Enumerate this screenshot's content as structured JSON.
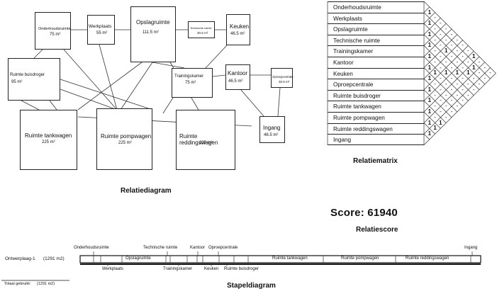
{
  "relation_diagram": {
    "caption": "Relatiediagram",
    "rooms": {
      "onderhoudsruimte": {
        "name": "Onderhoudsruimte",
        "area": "75 m²"
      },
      "werkplaats": {
        "name": "Werkplaats",
        "area": "55 m²"
      },
      "opslagruimte": {
        "name": "Opslagruimte",
        "area": "111.5 m²"
      },
      "technische_ruimte": {
        "name": "Technische ruimte",
        "area": "30.5 m²"
      },
      "keuken": {
        "name": "Keuken",
        "area": "46.5 m²"
      },
      "ruimte_buisdroger": {
        "name": "Ruimte buisdroger",
        "area": "95 m²"
      },
      "trainingskamer": {
        "name": "Trainingskamer",
        "area": "75 m²"
      },
      "kantoor": {
        "name": "Kantoor",
        "area": "46.5 m²"
      },
      "oproepcentrale": {
        "name": "Oproepcentrale",
        "area": "30.5 m²"
      },
      "ingang": {
        "name": "Ingang",
        "area": "46.5 m²"
      },
      "ruimte_tankwagen": {
        "name": "Ruimte tankwagen",
        "area": "225 m²"
      },
      "ruimte_pompwagen": {
        "name": "Ruimte pompwagen",
        "area": "225 m²"
      },
      "ruimte_reddingswagen": {
        "name": "Ruimte reddingswagen",
        "area": "225 m²"
      }
    }
  },
  "relation_matrix": {
    "caption": "Relatiematrix",
    "rows": [
      "Onderhoudsruimte",
      "Werkplaats",
      "Opslagruimte",
      "Technische ruimte",
      "Trainingskamer",
      "Kantoor",
      "Keuken",
      "Oproepcentrale",
      "Ruimte buisdroger",
      "Ruimte tankwagen",
      "Ruimte pompwagen",
      "Ruimte reddingswagen",
      "Ingang"
    ]
  },
  "score": {
    "text": "Score: 61940",
    "caption": "Relatiescore"
  },
  "stack_diagram": {
    "caption": "Stapeldiagram",
    "row_label": "Ontwerplaag-1",
    "row_area": "(1291 m2)",
    "total_label": "Totaal gebruikt:",
    "total_area": "(1291 m2)",
    "top_labels": [
      "Onderhoudsruimte",
      "Technische ruimte",
      "Kantoor",
      "Oproepcentrale",
      "Ingang"
    ],
    "bottom_labels": [
      "Werkplaats",
      "Trainingskamer",
      "Keuken",
      "Ruimte buisdroger"
    ],
    "inner_labels": [
      "Opslagruimte",
      "Ruimte tankwagen",
      "Ruimte pompwagen",
      "Ruimte reddingswagen"
    ]
  }
}
